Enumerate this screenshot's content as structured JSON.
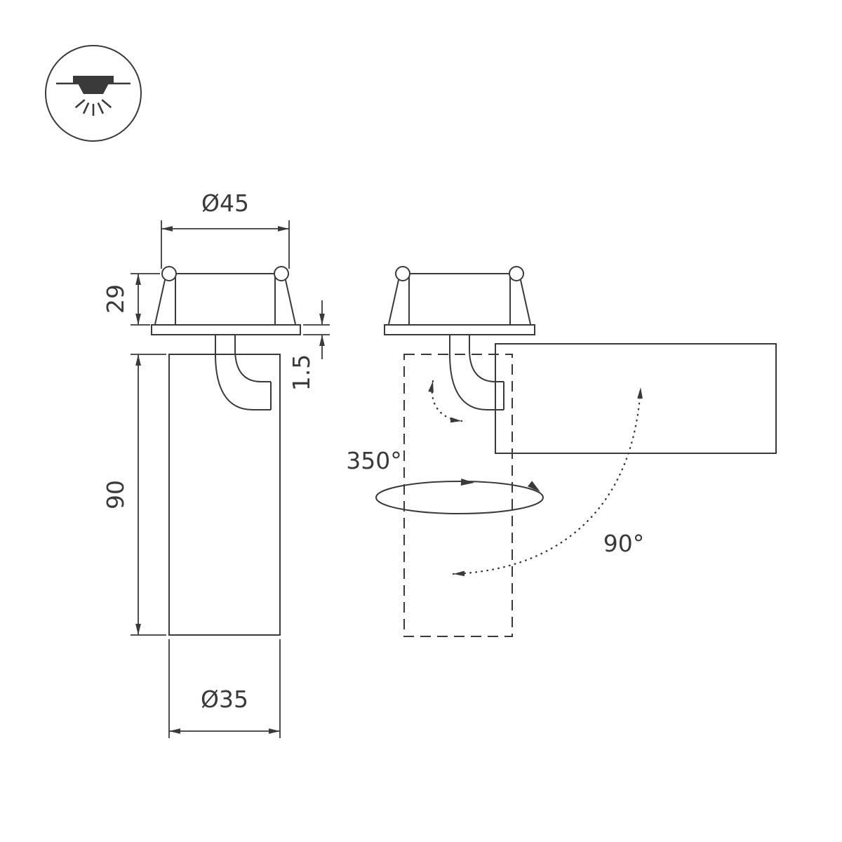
{
  "meta": {
    "background": "#ffffff",
    "line_color": "#3a3a3a",
    "drawing_type": "luminaire dimensional drawing"
  },
  "mount_icon": {
    "name": "recessed-ceiling-downlight"
  },
  "dimensions": {
    "top_diameter": "Ø45",
    "recess_height": "29",
    "flange_thickness": "1.5",
    "body_length": "90",
    "body_diameter": "Ø35"
  },
  "rotation": {
    "swivel_angle": "350°",
    "tilt_angle": "90°"
  }
}
